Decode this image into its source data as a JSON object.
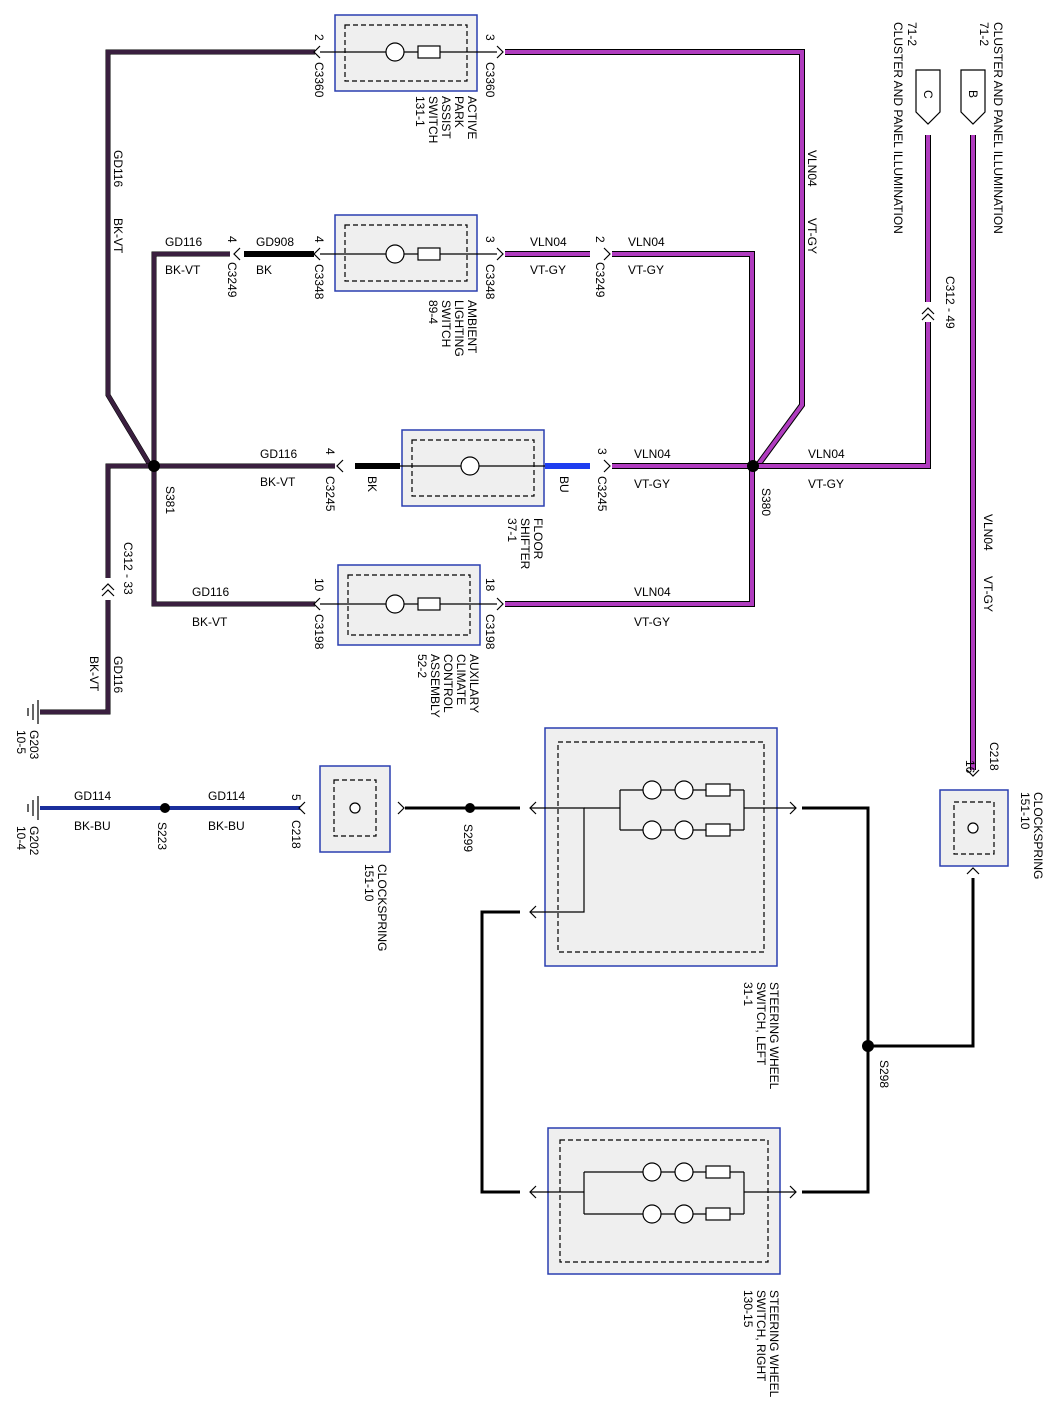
{
  "components": {
    "park_assist": {
      "lines": [
        "ACTIVE",
        "PARK",
        "ASSIST",
        "SWITCH",
        "131-1"
      ],
      "pin_left": "2",
      "pin_right": "3",
      "conn_left": "C3360",
      "conn_right": "C3360"
    },
    "ambient": {
      "lines": [
        "AMBIENT",
        "LIGHTING",
        "SWITCH",
        "89-4"
      ],
      "pin_left": "4",
      "pin_right": "3",
      "conn_left": "C3348",
      "conn_right": "C3348"
    },
    "floor_shifter": {
      "lines": [
        "FLOOR",
        "SHIFTER",
        "37-1"
      ],
      "pin_left": "4",
      "pin_right": "3",
      "conn_left": "C3245",
      "conn_right": "C3245"
    },
    "aux_climate": {
      "lines": [
        "AUXILARY",
        "CLIMATE",
        "CONTROL",
        "ASSEMBLY",
        "52-2"
      ],
      "pin_left": "10",
      "pin_right": "18",
      "conn_left": "C3198",
      "conn_right": "C3198"
    },
    "clockspring_left": {
      "lines": [
        "CLOCKSPRING",
        "151-10"
      ],
      "pin": "5",
      "conn": "C218"
    },
    "clockspring_right": {
      "lines": [
        "CLOCKSPRING",
        "151-10"
      ],
      "pin": "16",
      "conn": "C218"
    },
    "sw_left": {
      "lines": [
        "STEERING WHEEL",
        "SWITCH, LEFT",
        "31-1"
      ]
    },
    "sw_right": {
      "lines": [
        "STEERING WHEEL",
        "SWITCH, RIGHT",
        "130-15"
      ]
    }
  },
  "wires": {
    "gd116": "GD116",
    "bk_vt": "BK-VT",
    "gd908": "GD908",
    "bk": "BK",
    "vln04": "VLN04",
    "vt_gy": "VT-GY",
    "bu": "BU",
    "gd114": "GD114",
    "bk_bu": "BK-BU"
  },
  "connectors": {
    "c3249_left": {
      "pin": "4",
      "name": "C3249"
    },
    "c3249_right": {
      "pin": "2",
      "name": "C3249"
    },
    "c312_33": "C312 - 33",
    "c312_49": "C312 - 49"
  },
  "splices": {
    "s381": "S381",
    "s380": "S380",
    "s223": "S223",
    "s299": "S299",
    "s298": "S298"
  },
  "grounds": {
    "g203": {
      "name": "G203",
      "ref": "10-5"
    },
    "g202": {
      "name": "G202",
      "ref": "10-4"
    }
  },
  "offpage": {
    "b": {
      "letter": "B",
      "ref": "71-2",
      "label": "CLUSTER AND PANEL ILLUMINATION"
    },
    "c": {
      "letter": "C",
      "ref": "71-2",
      "label": "CLUSTER AND PANEL ILLUMINATION"
    }
  },
  "colors": {
    "purple": "#b03cbf",
    "dark_purple": "#3a1f3f",
    "blue": "#1a2e9c",
    "component_border": "#2a3fb0"
  }
}
